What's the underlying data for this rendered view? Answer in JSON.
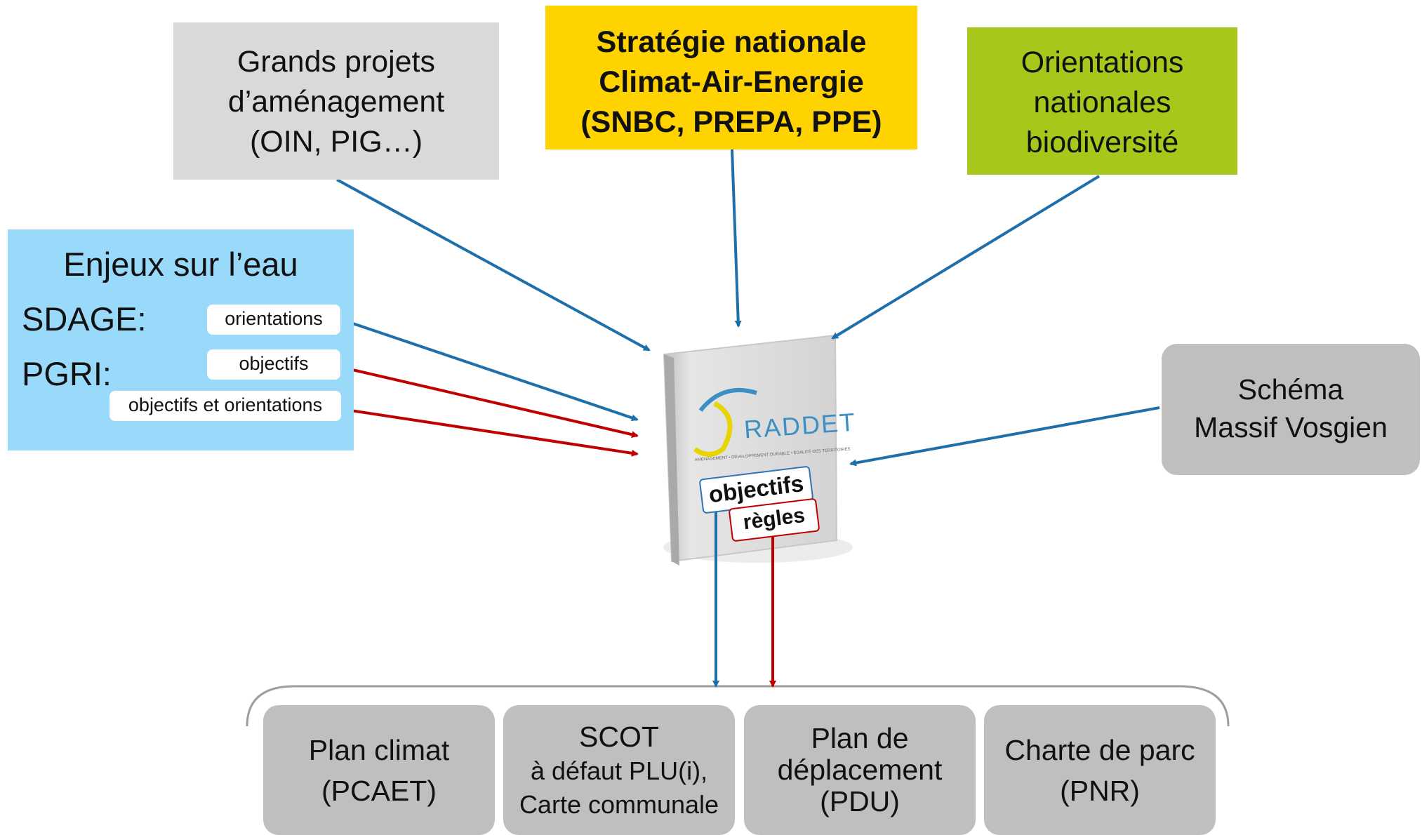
{
  "grands_projets": [
    "Grands projets",
    "d’aménagement",
    "(OIN, PIG…)"
  ],
  "strategie": [
    "Stratégie nationale",
    "Climat-Air-Energie",
    "(SNBC, PREPA, PPE)"
  ],
  "orientations": [
    "Orientations",
    "nationales",
    "biodiversité"
  ],
  "eau": {
    "title": "Enjeux sur l’eau",
    "sdage": "SDAGE:",
    "pgri": "PGRI:",
    "tag_orientations": "orientations",
    "tag_objectifs": "objectifs",
    "tag_obj_orient": "objectifs et orientations"
  },
  "schema": [
    "Schéma",
    "Massif Vosgien"
  ],
  "book": {
    "title": "RADDET",
    "subtitle": "AMÉNAGEMENT • DÉVELOPPEMENT DURABLE • ÉGALITÉ DES TERRITOIRES",
    "tag_objectifs": "objectifs",
    "tag_regles": "règles"
  },
  "bottom": {
    "plan_climat": [
      "Plan climat",
      "(PCAET)"
    ],
    "scot": {
      "title": "SCOT",
      "line2": "à défaut PLU(i),",
      "line3": "Carte communale"
    },
    "pdu": [
      "Plan de",
      "déplacement",
      "(PDU)"
    ],
    "charte": [
      "Charte de parc",
      "(PNR)"
    ]
  },
  "colors": {
    "blue_arrow": "#1f6fab",
    "red_arrow": "#c00000"
  }
}
